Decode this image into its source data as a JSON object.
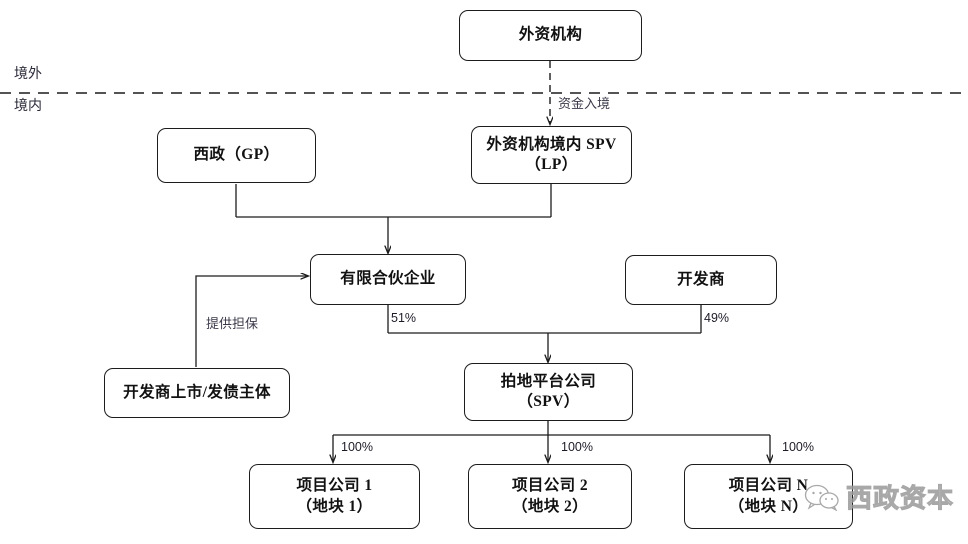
{
  "diagram": {
    "title_nodes": {
      "offshore_institution": "外资机构",
      "onshore_spv": {
        "line1": "外资机构境内 SPV",
        "line2": "（LP）"
      },
      "gp": "西政（GP）",
      "partnership": "有限合伙企业",
      "developer": "开发商",
      "listed_issuer": "开发商上市/发债主体",
      "bid_platform": {
        "line1": "拍地平台公司",
        "line2": "（SPV）"
      },
      "project_1": {
        "line1": "项目公司 1",
        "line2": "（地块 1）"
      },
      "project_2": {
        "line1": "项目公司 2",
        "line2": "（地块 2）"
      },
      "project_n": {
        "line1": "项目公司 N",
        "line2": "（地块 N）"
      }
    },
    "region_labels": {
      "offshore": "境外",
      "onshore": "境内"
    },
    "edge_labels": {
      "fund_inflow": "资金入境",
      "provide_guarantee": "提供担保"
    },
    "percentages": {
      "partnership_to_platform": "51%",
      "developer_to_platform": "49%",
      "platform_to_project_1": "100%",
      "platform_to_project_2": "100%",
      "platform_to_project_n": "100%"
    },
    "watermark": {
      "text": "西政资本",
      "icon": "wechat-icon"
    },
    "colors": {
      "stroke": "#1c1c1c",
      "background": "#ffffff",
      "label_text": "#3a3a4a",
      "watermark": "#9a9a9a"
    }
  }
}
